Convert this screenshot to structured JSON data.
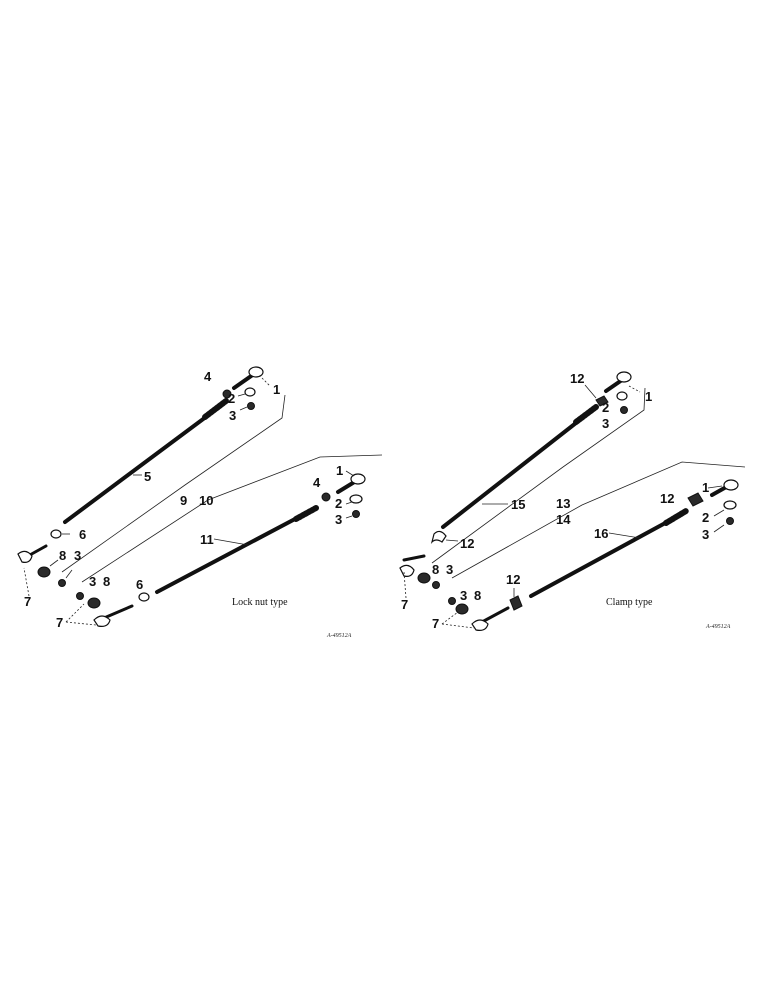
{
  "left_assembly": {
    "caption": "Lock nut type",
    "code": "A-49512A",
    "callouts": [
      "4",
      "1",
      "2",
      "3",
      "5",
      "9",
      "10",
      "6",
      "8",
      "3",
      "7",
      "1",
      "4",
      "2",
      "3",
      "11",
      "3",
      "8",
      "6",
      "7"
    ]
  },
  "right_assembly": {
    "caption": "Clamp type",
    "code": "A-49512A",
    "callouts": [
      "12",
      "1",
      "2",
      "3",
      "15",
      "13",
      "14",
      "12",
      "8",
      "3",
      "7",
      "1",
      "12",
      "2",
      "3",
      "16",
      "3",
      "8",
      "12",
      "7"
    ]
  }
}
